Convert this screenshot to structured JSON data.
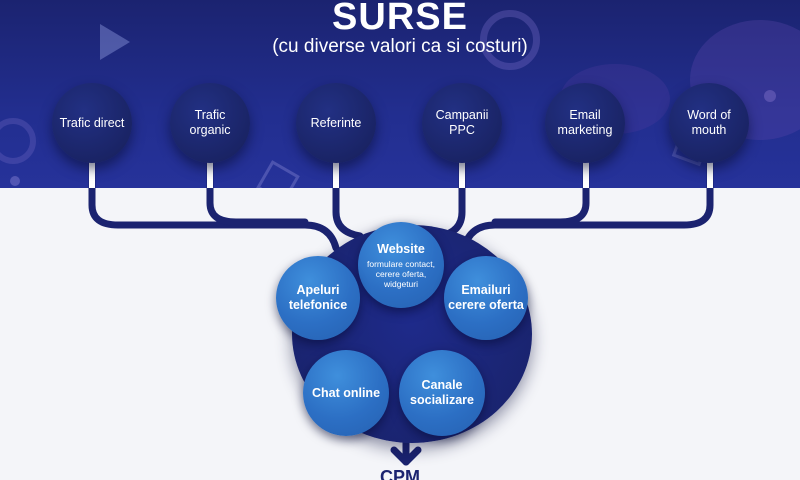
{
  "header": {
    "title": "SURSE",
    "subtitle": "(cu diverse valori ca si costuri)"
  },
  "sources": [
    {
      "label": "Trafic direct"
    },
    {
      "label": "Trafic organic"
    },
    {
      "label": "Referinte"
    },
    {
      "label": "Campanii PPC"
    },
    {
      "label": "Email marketing"
    },
    {
      "label": "Word of mouth"
    }
  ],
  "channels": {
    "website": {
      "title": "Website",
      "detail": "formulare contact, cerere oferta, widgeturi"
    },
    "phone": {
      "title": "Apeluri telefonice"
    },
    "emails": {
      "title": "Emailuri cerere oferta"
    },
    "chat": {
      "title": "Chat online"
    },
    "social": {
      "title": "Canale socializare"
    }
  },
  "output": {
    "label": "CPM"
  },
  "colors": {
    "banner": "#1b2370",
    "node": "#1a2466",
    "bubble": "#2c6fc4",
    "connector": "#1b2370",
    "background": "#f4f5f9"
  }
}
